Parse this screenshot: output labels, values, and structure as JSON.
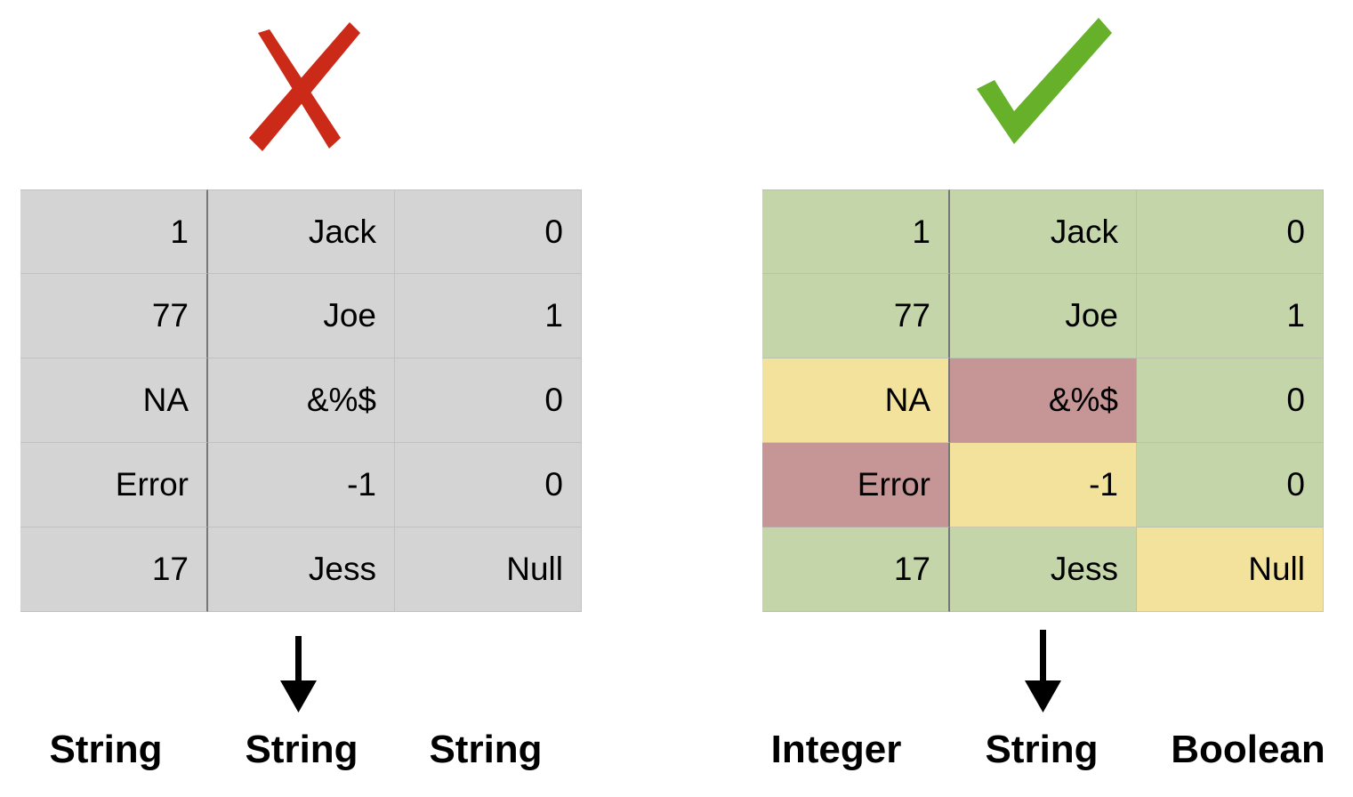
{
  "colors": {
    "neutral": "#d4d4d4",
    "valid": "#c5d5aa",
    "warning": "#f2e29c",
    "invalid": "#c69696",
    "cross": "#cc2a18",
    "check": "#66b02a"
  },
  "left": {
    "icon": "cross-mark-icon",
    "rows": [
      [
        "1",
        "Jack",
        "0"
      ],
      [
        "77",
        "Joe",
        "1"
      ],
      [
        "NA",
        "&%$",
        "0"
      ],
      [
        "Error",
        "-1",
        "0"
      ],
      [
        "17",
        "Jess",
        "Null"
      ]
    ],
    "types": [
      "String",
      "String",
      "String"
    ]
  },
  "right": {
    "icon": "check-mark-icon",
    "rows": [
      [
        "1",
        "Jack",
        "0"
      ],
      [
        "77",
        "Joe",
        "1"
      ],
      [
        "NA",
        "&%$",
        "0"
      ],
      [
        "Error",
        "-1",
        "0"
      ],
      [
        "17",
        "Jess",
        "Null"
      ]
    ],
    "cell_status": [
      [
        "valid",
        "valid",
        "valid"
      ],
      [
        "valid",
        "valid",
        "valid"
      ],
      [
        "warning",
        "invalid",
        "valid"
      ],
      [
        "invalid",
        "warning",
        "valid"
      ],
      [
        "valid",
        "valid",
        "warning"
      ]
    ],
    "types": [
      "Integer",
      "String",
      "Boolean"
    ]
  }
}
